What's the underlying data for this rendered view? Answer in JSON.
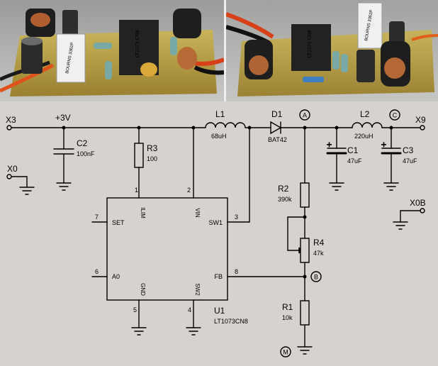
{
  "photos": {
    "left_chip_markings": "LT1073 CN8",
    "left_trimmer_markings": "BOURNS 3362P",
    "right_chip_markings": "LT1073 CN8",
    "right_trimmer_markings": "BOURNS 3362P"
  },
  "terminals": {
    "x3": "X3",
    "x9": "X9",
    "x0": "X0",
    "x0b": "X0B"
  },
  "labels": {
    "supply": "+3V",
    "node_a": "A",
    "node_b": "B",
    "node_c": "C",
    "node_m": "M"
  },
  "components": {
    "c2": {
      "ref": "C2",
      "value": "100nF"
    },
    "r3": {
      "ref": "R3",
      "value": "100"
    },
    "l1": {
      "ref": "L1",
      "value": "68uH"
    },
    "d1": {
      "ref": "D1",
      "value": "BAT42"
    },
    "l2": {
      "ref": "L2",
      "value": "220uH"
    },
    "c1": {
      "ref": "C1",
      "value": "47uF"
    },
    "c3": {
      "ref": "C3",
      "value": "47uF"
    },
    "r2": {
      "ref": "R2",
      "value": "390k"
    },
    "r4": {
      "ref": "R4",
      "value": "47k"
    },
    "r1": {
      "ref": "R1",
      "value": "10k"
    },
    "u1": {
      "ref": "U1",
      "value": "LT1073CN8"
    }
  },
  "ic_pins": {
    "set": "SET",
    "a0": "A0",
    "ilim": "ILIM",
    "vin": "VIN",
    "sw1": "SW1",
    "fb": "FB",
    "gnd": "GND",
    "sw2": "SW2",
    "n1": "1",
    "n2": "2",
    "n3": "3",
    "n4": "4",
    "n5": "5",
    "n6": "6",
    "n7": "7",
    "n8": "8"
  }
}
